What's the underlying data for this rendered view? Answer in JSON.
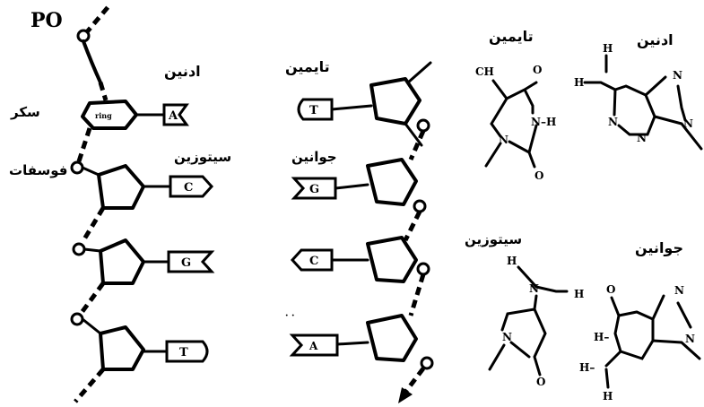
{
  "labels": {
    "po": "PO",
    "adenine": "ادنین",
    "thymine": "تایمین",
    "cytosine": "سیتوزین",
    "guanine": "جوانین",
    "sugar": "سکر",
    "phosphate": "فوسفات",
    "sugar_ring": "ring"
  },
  "left_strand_bases": [
    "A",
    "C",
    "G",
    "T"
  ],
  "right_strand_bases": [
    "T",
    "G",
    "C",
    "A"
  ],
  "atoms": {
    "thymine": {
      "ch": "CH",
      "o_top": "O",
      "nh": "N–H",
      "n": "N",
      "o_bottom": "O"
    },
    "adenine": {
      "h_top": "H",
      "h_left": "H",
      "n_top": "N",
      "n_left": "N",
      "n_bottom": "N",
      "n_right": "N"
    },
    "cytosine": {
      "h_top": "H",
      "h_right": "H",
      "n_top": "N",
      "n_bottom": "N",
      "o": "O"
    },
    "guanine": {
      "o": "O",
      "n_top": "N",
      "h_mid": "H–",
      "h_left": "H–",
      "h_bottom": "H",
      "n_right": "N"
    }
  },
  "colors": {
    "ink": "#000000",
    "paper": "#ffffff"
  }
}
